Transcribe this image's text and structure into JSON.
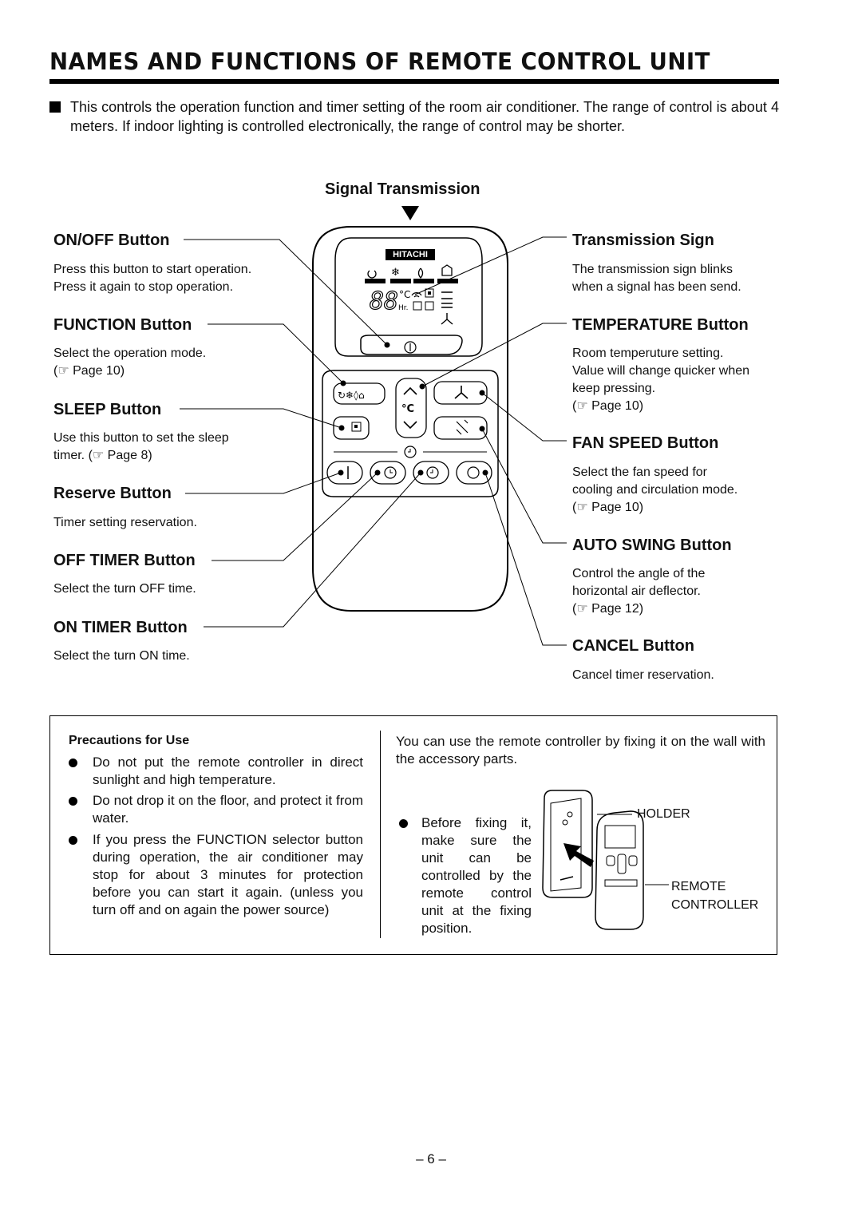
{
  "page": {
    "title": "NAMES AND FUNCTIONS OF REMOTE CONTROL UNIT",
    "intro": "This controls the operation function and timer setting of the room air conditioner. The range of control is about 4 meters. If indoor lighting is controlled electronically, the range of control may be shorter.",
    "page_number": "– 6 –"
  },
  "remote": {
    "signal_label": "Signal Transmission",
    "brand": "HITACHI",
    "display_digits": "88",
    "display_unit": "°C",
    "display_hr": "Hr.",
    "temp_unit": "°C"
  },
  "left_labels": [
    {
      "id": "onoff",
      "title": "ON/OFF Button",
      "desc": "Press this button to start operation.\nPress it again to stop operation."
    },
    {
      "id": "function",
      "title": "FUNCTION Button",
      "desc": "Select the operation mode.\n(☞ Page 10)"
    },
    {
      "id": "sleep",
      "title": "SLEEP Button",
      "desc": "Use this button to set the sleep\ntimer. (☞ Page 8)"
    },
    {
      "id": "reserve",
      "title": "Reserve Button",
      "desc": "Timer setting reservation."
    },
    {
      "id": "offtimer",
      "title": "OFF TIMER Button",
      "desc": "Select the turn OFF time."
    },
    {
      "id": "ontimer",
      "title": "ON TIMER Button",
      "desc": "Select the turn ON time."
    }
  ],
  "right_labels": [
    {
      "id": "transmission",
      "title": "Transmission Sign",
      "desc": "The transmission sign blinks\nwhen a signal has been send."
    },
    {
      "id": "temperature",
      "title": "TEMPERATURE Button",
      "desc": "Room temperuture setting.\nValue will change quicker when\nkeep pressing.\n(☞ Page 10)"
    },
    {
      "id": "fanspeed",
      "title": "FAN SPEED Button",
      "desc": "Select the fan speed for\ncooling and circulation mode.\n(☞ Page 10)"
    },
    {
      "id": "autoswing",
      "title": "AUTO SWING Button",
      "desc": "Control the angle of the\nhorizontal air deflector.\n(☞ Page 12)"
    },
    {
      "id": "cancel",
      "title": "CANCEL Button",
      "desc": "Cancel timer reservation."
    }
  ],
  "precautions": {
    "title": "Precautions for Use",
    "items": [
      "Do not put the remote controller in direct sunlight and high temperature.",
      "Do not drop it on the floor, and protect it from water.",
      "If you press the FUNCTION selector button during operation, the air conditioner may stop for about 3 minutes for protection before you can start it again. (unless you turn off and on again the power source)"
    ]
  },
  "mounting": {
    "text": "You can use the remote controller by fixing it on the wall with the accessory parts.",
    "bullet": "Before fixing it, make sure the unit can be controlled by the remote control unit at the fixing position.",
    "holder_label": "HOLDER",
    "remote_label_1": "REMOTE",
    "remote_label_2": "CONTROLLER"
  }
}
